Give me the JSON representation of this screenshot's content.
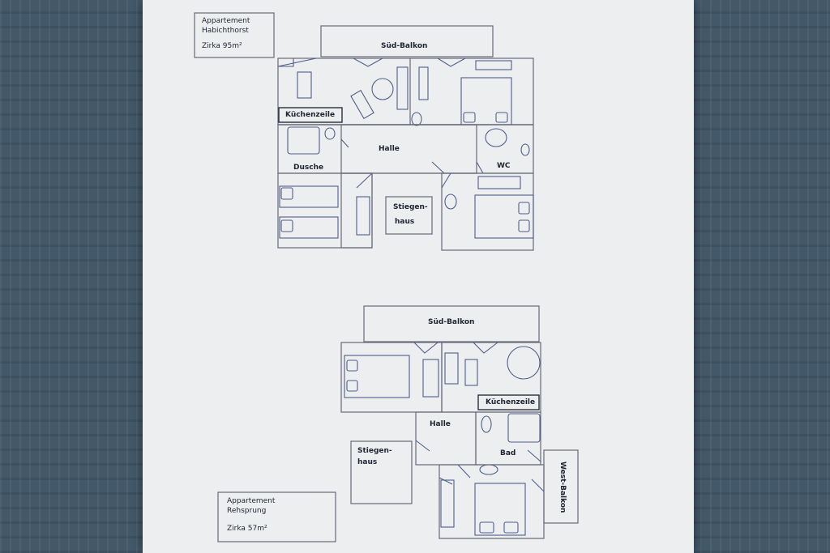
{
  "apartment_1": {
    "title_line1": "Appartement",
    "title_line2": "Habichthorst",
    "area": "Zirka 95m²",
    "rooms": {
      "sued_balkon": "Süd-Balkon",
      "kuechenzeile": "Küchenzeile",
      "halle": "Halle",
      "dusche": "Dusche",
      "wc": "WC",
      "stiegenhaus_1": "Stiegen-",
      "stiegenhaus_2": "haus"
    }
  },
  "apartment_2": {
    "title_line1": "Appartement",
    "title_line2": "Rehsprung",
    "area": "Zirka 57m²",
    "rooms": {
      "sued_balkon": "Süd-Balkon",
      "kuechenzeile": "Küchenzeile",
      "halle": "Halle",
      "bad": "Bad",
      "west_balkon": "West-Balkon",
      "stiegenhaus_1": "Stiegen-",
      "stiegenhaus_2": "haus"
    }
  }
}
